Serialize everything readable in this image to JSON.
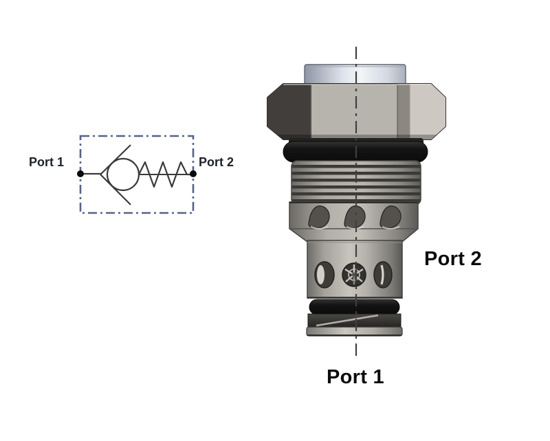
{
  "figure": {
    "description": "Check valve cartridge: hydraulic schematic symbol and 3D cartridge rendering",
    "schematic_symbol": "check-valve-with-spring"
  },
  "schematic": {
    "port1": "Port 1",
    "port2": "Port 2"
  },
  "valve_view": {
    "port2": "Port 2",
    "port1": "Port 1"
  },
  "colors": {
    "background": "#ffffff",
    "schematic_border": "#56618a",
    "symbol_line": "#3a3a3a",
    "port_dot": "#0a0a0a",
    "label_text_small": "#1d212a",
    "label_text_big": "#0c0c0c",
    "cap_highlight": "#eef1f6",
    "metal_light": "#cdc9c2",
    "metal_mid": "#b0ada7",
    "metal_dark": "#413e3c",
    "o_ring": "#161616",
    "centerline": "#3f3f3f"
  }
}
